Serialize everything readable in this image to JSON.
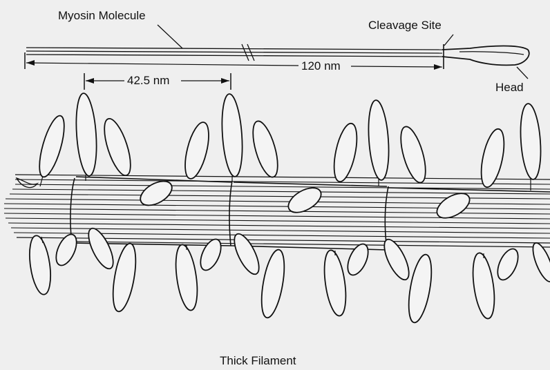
{
  "labels": {
    "myosin_molecule": "Myosin Molecule",
    "cleavage_site": "Cleavage Site",
    "head": "Head",
    "spacing": "42.5 nm",
    "length": "120 nm",
    "thick_filament": "Thick Filament"
  },
  "colors": {
    "background": "#efefef",
    "ink": "#111111"
  }
}
